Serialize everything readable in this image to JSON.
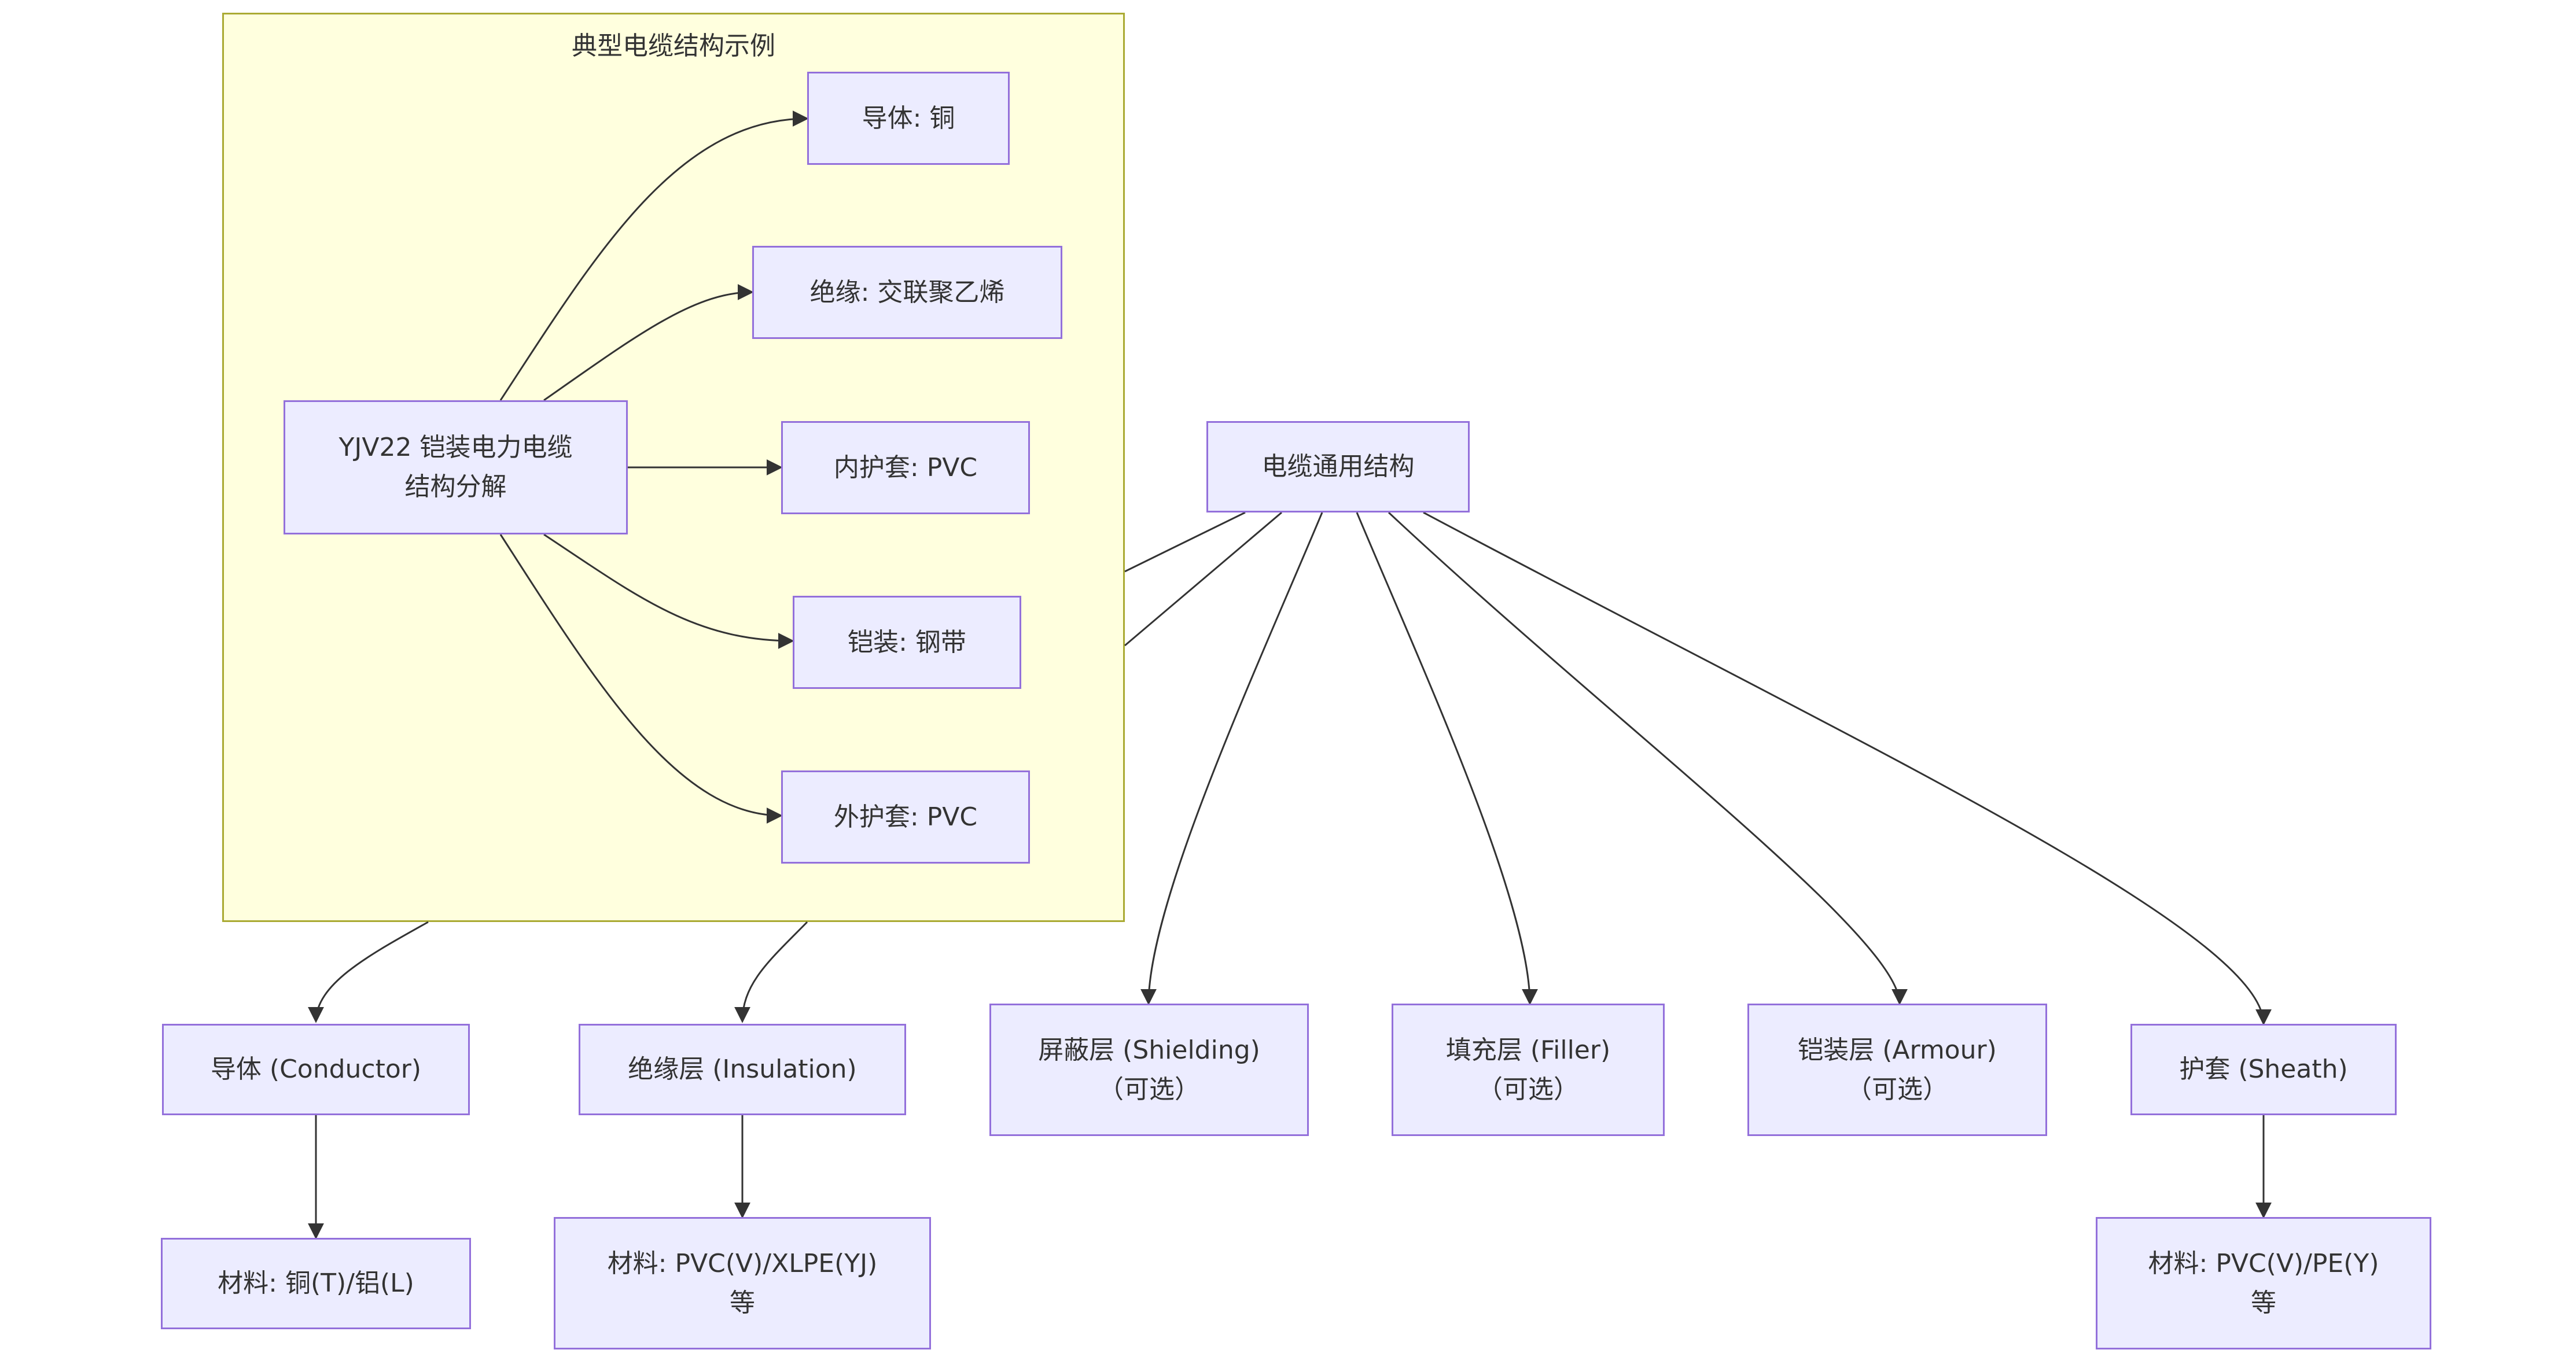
{
  "colors": {
    "node_fill": "#ececff",
    "node_border": "#9370db",
    "cluster_fill": "#ffffde",
    "cluster_border": "#aaaa33",
    "edge": "#333333",
    "text": "#333333"
  },
  "cluster": {
    "title": "典型电缆结构示例"
  },
  "nodes": {
    "yjv22": "YJV22 铠装电力电缆\n结构分解",
    "ex_conductor": "导体: 铜",
    "ex_insulation": "绝缘: 交联聚乙烯",
    "ex_inner_sheath": "内护套: PVC",
    "ex_armour": "铠装: 钢带",
    "ex_outer_sheath": "外护套: PVC",
    "general": "电缆通用结构",
    "conductor": "导体 (Conductor)",
    "insulation": "绝缘层 (Insulation)",
    "shielding": "屏蔽层 (Shielding)\n（可选）",
    "filler": "填充层 (Filler)\n（可选）",
    "armour": "铠装层 (Armour)\n（可选）",
    "sheath": "护套 (Sheath)",
    "conductor_material": "材料: 铜(T)/铝(L)",
    "insulation_material": "材料: PVC(V)/XLPE(YJ)\n等",
    "sheath_material": "材料: PVC(V)/PE(Y)\n等"
  }
}
